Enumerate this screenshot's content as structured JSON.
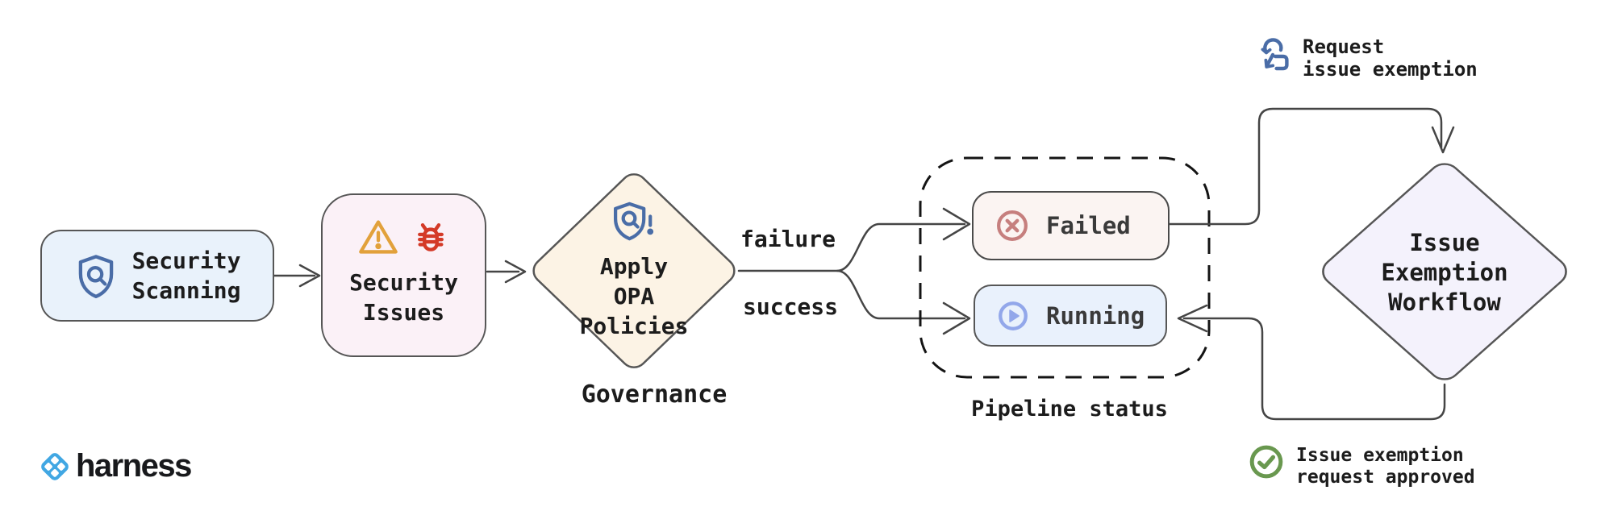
{
  "diagram": {
    "nodes": {
      "security_scanning": {
        "label": "Security\nScanning"
      },
      "security_issues": {
        "label": "Security\nIssues"
      },
      "apply_opa": {
        "label": "Apply\nOPA Policies",
        "caption": "Governance"
      },
      "failed": {
        "label": "Failed"
      },
      "running": {
        "label": "Running"
      },
      "issue_exemption": {
        "label": "Issue\nExemption\nWorkflow"
      }
    },
    "groups": {
      "pipeline_status": {
        "caption": "Pipeline status"
      }
    },
    "edges": {
      "failure": {
        "label": "failure"
      },
      "success": {
        "label": "success"
      }
    },
    "annotations": {
      "request_exemption": {
        "text": "Request\nissue exemption"
      },
      "approved": {
        "text": "Issue exemption\nrequest approved"
      }
    },
    "logo": {
      "wordmark": "harness"
    },
    "colors": {
      "scanning_bg": "#e9f2fb",
      "issues_bg": "#fbf1f7",
      "opa_diamond_bg": "#fcf3e5",
      "failed_bg": "#fbf4f2",
      "running_bg": "#e9f1fc",
      "exemption_diamond_bg": "#f4f2fc",
      "node_border": "#565656",
      "connector": "#454545",
      "steel_blue_icon": "#4a6da7",
      "warning_orange": "#e2a13b",
      "bug_red": "#d43a28",
      "failed_icon_red": "#c67f7e",
      "running_icon_blue": "#92a7ea",
      "approved_green": "#69984f",
      "harness_blue": "#41a7e3"
    }
  }
}
